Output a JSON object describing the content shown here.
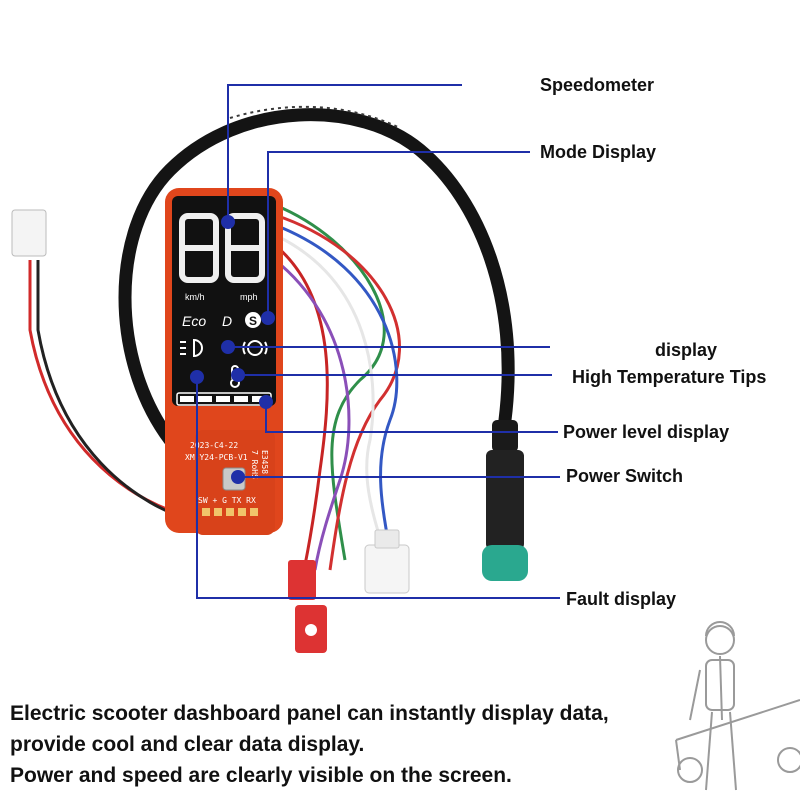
{
  "callouts": {
    "speedometer": "Speedometer",
    "mode_display": "Mode Display",
    "display": "display",
    "high_temperature_tips": "High Temperature Tips",
    "power_level_display": "Power level display",
    "power_switch": "Power Switch",
    "fault_display": "Fault display"
  },
  "screen": {
    "digits": "88",
    "unit_left": "km/h",
    "unit_right": "mph",
    "mode_eco": "Eco",
    "mode_d": "D",
    "mode_s": "S"
  },
  "pcb": {
    "date_code": "2023-C4-22",
    "model": "XM-Y24-PCB-V1",
    "pins": "SW + G TX RX",
    "side_code": "E3458",
    "rohs": "7 RoHS"
  },
  "caption": {
    "line1": "Electric scooter dashboard panel can instantly display data,",
    "line2": "provide cool and clear data display.",
    "line3": "Power and speed are clearly visible on the screen."
  },
  "colors": {
    "pcb_orange": "#e0461c",
    "leader_blue": "#1f2fa8",
    "screen_black": "#111111",
    "connector_teal": "#2aa88f"
  }
}
